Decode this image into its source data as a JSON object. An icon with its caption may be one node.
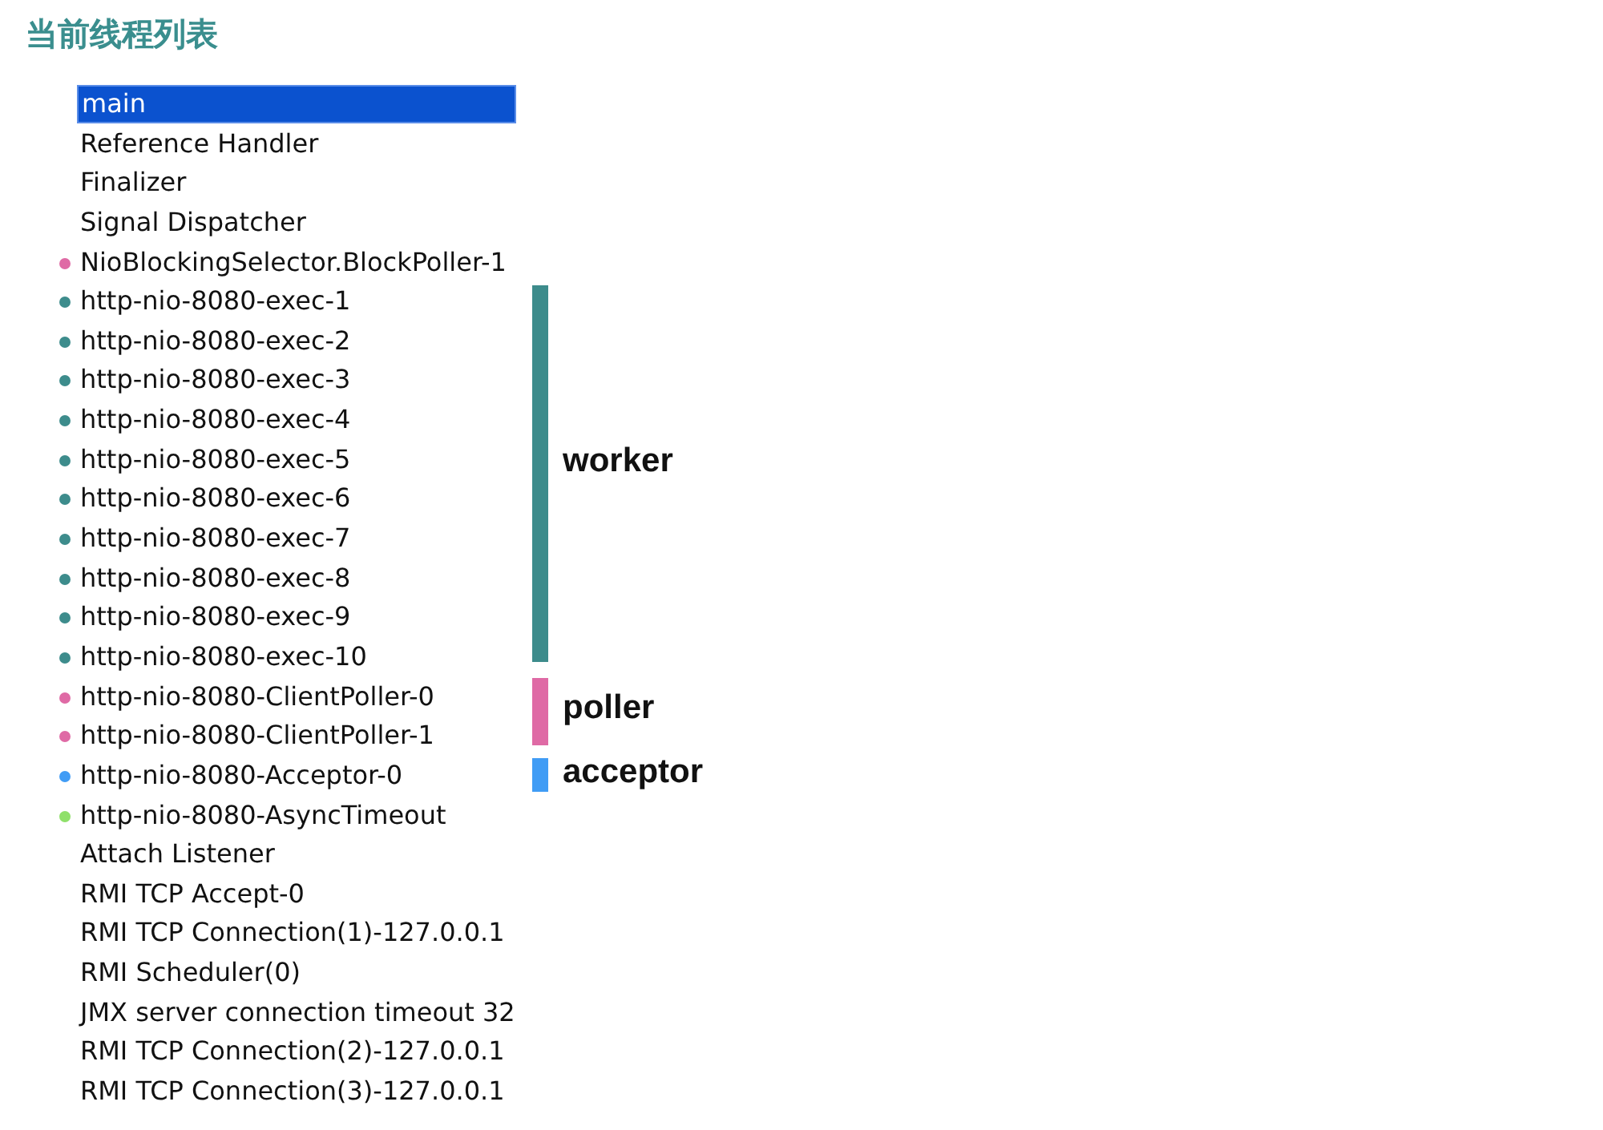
{
  "diagram": {
    "title": "当前线程列表",
    "labels": [
      "main",
      "Reference Handler",
      "Finalizer",
      "Signal Dispatcher",
      "NioBlockingSelector.BlockPoller-1",
      "http-nio-8080-exec-1",
      "http-nio-8080-exec-2",
      "http-nio-8080-exec-3",
      "http-nio-8080-exec-4",
      "http-nio-8080-exec-5",
      "http-nio-8080-exec-6",
      "http-nio-8080-exec-7",
      "http-nio-8080-exec-8",
      "http-nio-8080-exec-9",
      "http-nio-8080-exec-10",
      "http-nio-8080-ClientPoller-0",
      "http-nio-8080-ClientPoller-1",
      "http-nio-8080-Acceptor-0",
      "http-nio-8080-AsyncTimeout",
      "Attach Listener",
      "RMI TCP Accept-0",
      "RMI TCP Connection(1)-127.0.0.1",
      "RMI Scheduler(0)",
      "JMX server connection timeout 32",
      "RMI TCP Connection(2)-127.0.0.1",
      "RMI TCP Connection(3)-127.0.0.1"
    ],
    "legend": [
      {
        "text": "worker",
        "color": "#3d8c8c"
      },
      {
        "text": "poller",
        "color": "#df6aa5"
      },
      {
        "text": "acceptor",
        "color": "#409cf5"
      }
    ]
  }
}
